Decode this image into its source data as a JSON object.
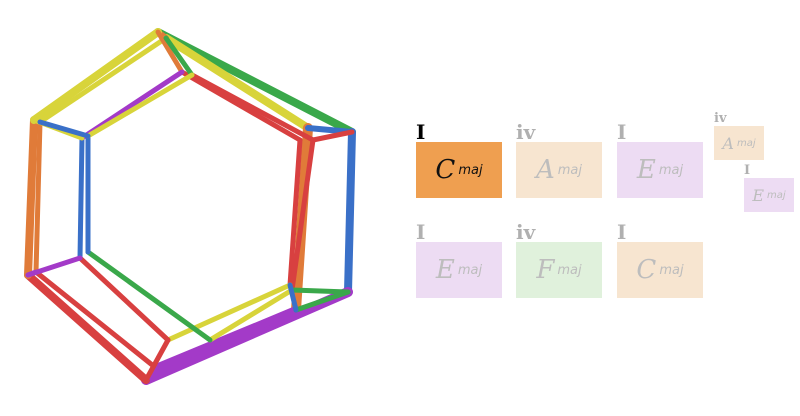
{
  "colors": {
    "yellow": "#d8d43a",
    "orange": "#e07b39",
    "green": "#3aa84a",
    "red": "#d84040",
    "purple": "#a33ac8",
    "blue": "#3a70c8"
  },
  "chords": [
    {
      "numeral": "I",
      "root": "C",
      "quality": "maj",
      "color": "#ef9f50",
      "active": true
    },
    {
      "numeral": "iv",
      "root": "A",
      "quality": "maj",
      "color": "#f7e5d0",
      "active": false
    },
    {
      "numeral": "I",
      "root": "E",
      "quality": "maj",
      "color": "#eddcf3",
      "active": false
    },
    {
      "numeral": "iv",
      "root": "A",
      "quality": "maj",
      "color": "#f7e5d0",
      "active": false
    },
    {
      "numeral": "I",
      "root": "E",
      "quality": "maj",
      "color": "#eddcf3",
      "active": false
    },
    {
      "numeral": "I",
      "root": "E",
      "quality": "maj",
      "color": "#eddcf3",
      "active": false
    },
    {
      "numeral": "iv",
      "root": "F",
      "quality": "maj",
      "color": "#e0f1dc",
      "active": false
    },
    {
      "numeral": "I",
      "root": "C",
      "quality": "maj",
      "color": "#f7e5d0",
      "active": false
    }
  ]
}
